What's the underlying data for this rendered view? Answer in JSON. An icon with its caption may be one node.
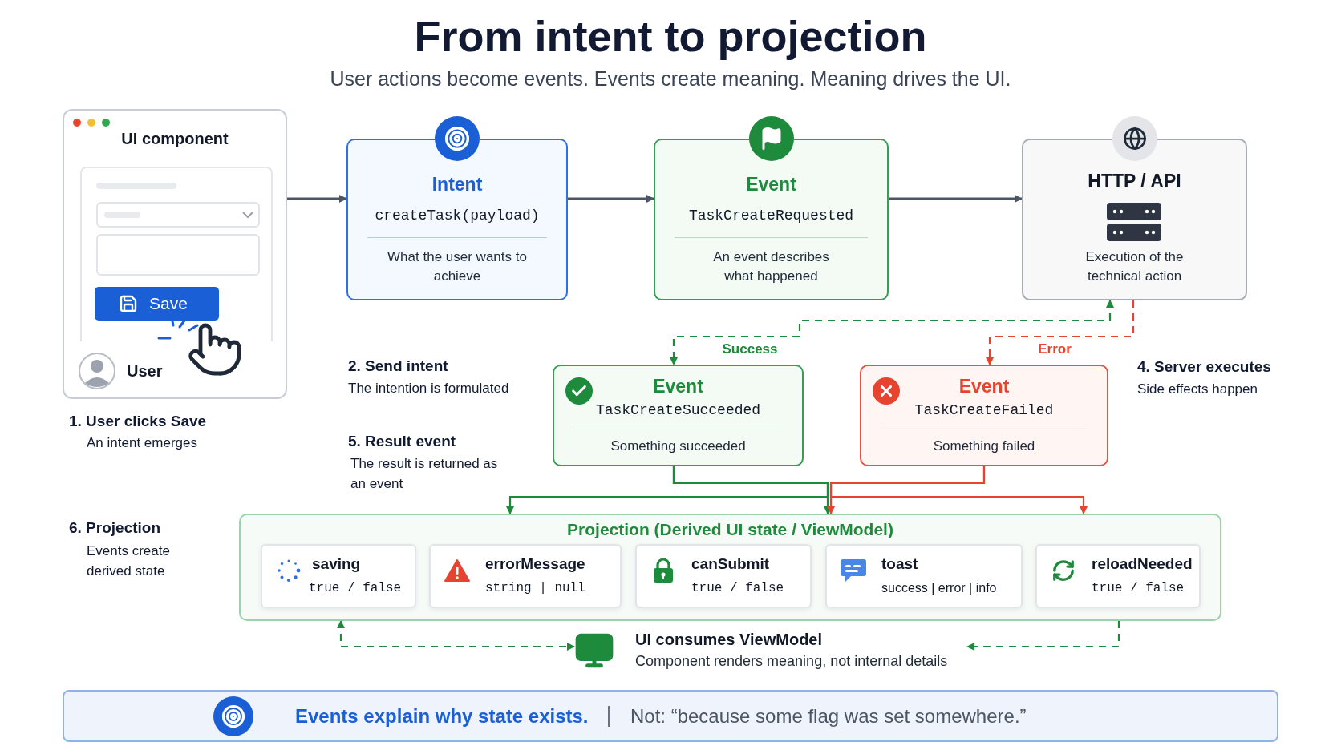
{
  "diagram": {
    "title": "From intent to projection",
    "caption": "User actions become events. Events create meaning. Meaning drives the UI.",
    "nodes": [
      {
        "text": [
          "UI component"
        ]
      },
      {
        "text": [
          "Save"
        ],
        "in": 0
      },
      {
        "text": [
          "User"
        ],
        "in": 0
      },
      {
        "text": [
          "Intent",
          "createTask(payload)",
          "What the user wants to achieve"
        ]
      },
      {
        "text": [
          "Event",
          "TaskCreateRequested",
          "An event describes what happened"
        ]
      },
      {
        "text": [
          "HTTP / API",
          "Execution of the technical action"
        ]
      },
      {
        "text": [
          "Event",
          "TaskCreateSucceeded",
          "Something succeeded"
        ]
      },
      {
        "text": [
          "Event",
          "TaskCreateFailed",
          "Something failed"
        ]
      },
      {
        "text": [
          "Projection (Derived UI state / ViewModel)"
        ]
      },
      {
        "text": [
          "saving",
          "true / false"
        ],
        "in": 8
      },
      {
        "text": [
          "errorMessage",
          "string | null"
        ],
        "in": 8
      },
      {
        "text": [
          "canSubmit",
          "true / false"
        ],
        "in": 8
      },
      {
        "text": [
          "toast",
          "success | error | info"
        ],
        "in": 8
      },
      {
        "text": [
          "reloadNeeded",
          "true / false"
        ],
        "in": 8
      },
      {
        "text": [
          "UI consumes ViewModel",
          "Component renders meaning, not internal details"
        ]
      },
      {
        "text": [
          "Events explain why state exists.",
          "Not: “because some flag was set somewhere.”"
        ]
      }
    ],
    "edges": [
      {
        "from": 0,
        "to": 3,
        "arrow": "to"
      },
      {
        "from": 3,
        "to": 4,
        "arrow": "to"
      },
      {
        "from": 4,
        "to": 5,
        "arrow": "to"
      },
      {
        "from": 5,
        "to": 6,
        "arrow": "both",
        "label": "Success",
        "style": "dashed",
        "color": "#1e8a3c"
      },
      {
        "from": 5,
        "to": 7,
        "arrow": "to",
        "label": "Error",
        "style": "dashed",
        "color": "#e8432f"
      },
      {
        "from": 6,
        "to": 8,
        "arrow": "to",
        "color": "#1e8a3c"
      },
      {
        "from": 6,
        "to": 8,
        "arrow": "to",
        "color": "#1e8a3c"
      },
      {
        "from": 7,
        "to": 8,
        "arrow": "to",
        "color": "#e8432f"
      },
      {
        "from": 7,
        "to": 8,
        "arrow": "to",
        "color": "#e8432f"
      },
      {
        "from": 8,
        "to": 14,
        "arrow": "both",
        "style": "dashed",
        "color": "#1e8a3c"
      },
      {
        "from": 8,
        "to": 14,
        "arrow": "to",
        "style": "dashed",
        "color": "#1e8a3c"
      }
    ],
    "labels": [
      "1. User clicks Save",
      "An intent emerges",
      "2. Send intent",
      "The intention is formulated",
      "5. Result event",
      "The result is returned as an event",
      "4. Server executes",
      "Side effects happen",
      "6. Projection",
      "Events create derived state"
    ]
  }
}
